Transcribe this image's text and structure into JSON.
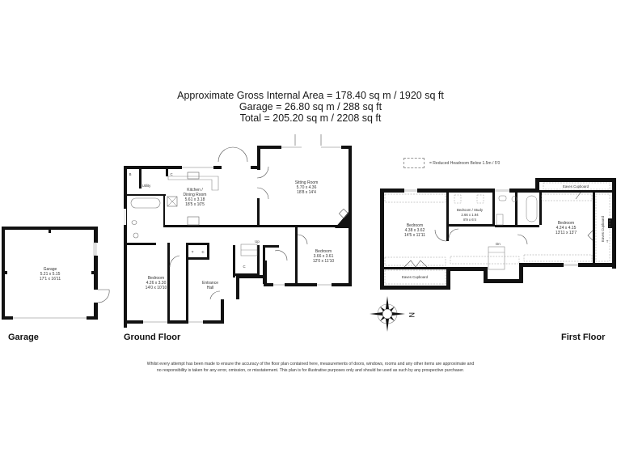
{
  "header": {
    "gross_internal_area": "Approximate Gross Internal Area = 178.40 sq m / 1920 sq ft",
    "garage_area": "Garage = 26.80 sq m / 288 sq ft",
    "total_area": "Total = 205.20 sq m / 2208 sq ft"
  },
  "legend": {
    "reduced_headroom": "= Reduced Headroom Below 1.5m / 5'0"
  },
  "floors": {
    "garage": {
      "label": "Garage",
      "rooms": [
        {
          "name": "Garage",
          "metric": "5.21 x 5.15",
          "imperial": "17'1 x 16'11"
        }
      ]
    },
    "ground": {
      "label": "Ground Floor",
      "rooms": [
        {
          "name": "Kitchen /",
          "name2": "Dining Room",
          "metric": "5.61 x 3.18",
          "imperial": "18'5 x 10'5"
        },
        {
          "name": "Sitting Room",
          "metric": "5.70 x 4.36",
          "imperial": "18'8 x 14'4"
        },
        {
          "name": "Bedroom",
          "metric": "4.26 x 3.30",
          "imperial": "14'0 x 10'10"
        },
        {
          "name": "Entrance",
          "name2": "Hall"
        },
        {
          "name": "Bedroom",
          "metric": "3.66 x 3.61",
          "imperial": "12'0 x 11'10"
        }
      ],
      "small_labels": {
        "utility": "Utility",
        "boiler": "B",
        "cupboard_kitchen": "C",
        "cupboard_hall": "C",
        "cylinder": "C",
        "tank": "T",
        "stairs_up": "Up"
      }
    },
    "first": {
      "label": "First Floor",
      "rooms": [
        {
          "name": "Bedroom",
          "metric": "4.38 x 3.62",
          "imperial": "14'5 x 11'11"
        },
        {
          "name": "Bedroom / Study",
          "metric": "2.66 x 1.94",
          "imperial": "8'9 x 6'4"
        },
        {
          "name": "Bedroom",
          "metric": "4.24 x 4.15",
          "imperial": "13'11 x 13'7"
        }
      ],
      "small_labels": {
        "eaves_cupboard_left": "Eaves Cupboard",
        "eaves_cupboard_top": "Eaves Cupboard",
        "eaves_cupboard_right": "Eaves Cupboard",
        "stairs_down": "Dn",
        "tank": "T"
      }
    }
  },
  "compass": {
    "north_label": "N",
    "icon": "compass-rose-icon"
  },
  "disclaimer": {
    "line1": "Whilst every attempt has been made to ensure the accuracy of the floor plan contained here, measurements of doors, windows, rooms and any other items are approximate and",
    "line2": "no responsibility is taken for any error, omission, or misstatement. This plan is for illustrative purposes only and should be used as such by any prospective purchaser."
  },
  "colors": {
    "wall": "#111111",
    "window": "#cccccc",
    "dashed": "#999999",
    "text": "#222222"
  }
}
